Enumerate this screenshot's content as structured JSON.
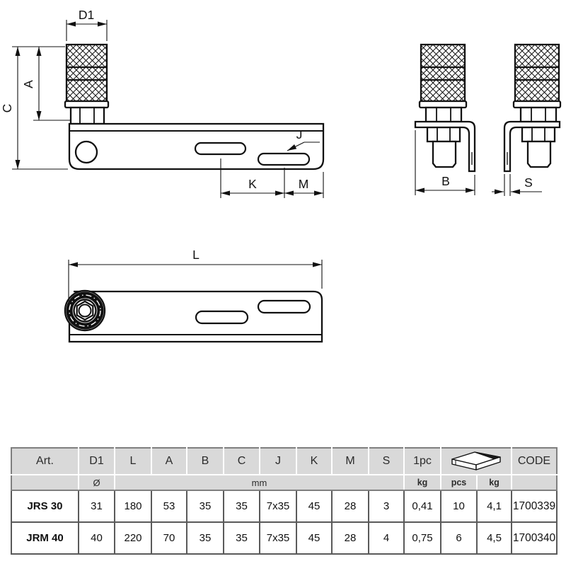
{
  "drawing": {
    "front_view": {
      "d1": "D1",
      "a": "A",
      "c": "C",
      "j": "J",
      "k": "K",
      "m": "M"
    },
    "side_view_b": {
      "b": "B"
    },
    "side_view_s": {
      "s": "S"
    },
    "bottom_view": {
      "l": "L"
    }
  },
  "table": {
    "headers": {
      "art": "Art.",
      "d1": "D1",
      "l": "L",
      "a": "A",
      "b": "B",
      "c": "C",
      "j": "J",
      "k": "K",
      "m": "M",
      "s": "S",
      "one_pc": "1pc",
      "code": "CODE"
    },
    "icons": {
      "package": "package-box-icon"
    },
    "subheaders": {
      "diameter": "Ø",
      "mm": "mm",
      "kg1": "kg",
      "pcs": "pcs",
      "kg2": "kg"
    },
    "rows": [
      {
        "art": "JRS 30",
        "d1": "31",
        "l": "180",
        "a": "53",
        "b": "35",
        "c": "35",
        "j": "7x35",
        "k": "45",
        "m": "28",
        "s": "3",
        "pc_kg": "0,41",
        "pack_pcs": "10",
        "pack_kg": "4,1",
        "code": "1700339"
      },
      {
        "art": "JRM 40",
        "d1": "40",
        "l": "220",
        "a": "70",
        "b": "35",
        "c": "35",
        "j": "7x35",
        "k": "45",
        "m": "28",
        "s": "4",
        "pc_kg": "0,75",
        "pack_pcs": "6",
        "pack_kg": "4,5",
        "code": "1700340"
      }
    ]
  },
  "colors": {
    "header_bg": "#d9d9d9",
    "header_separator": "#ffffff",
    "outer_border": "#7f7f7f",
    "grid_line": "#5a5a5a",
    "line_art": "#111111",
    "background": "#ffffff"
  }
}
